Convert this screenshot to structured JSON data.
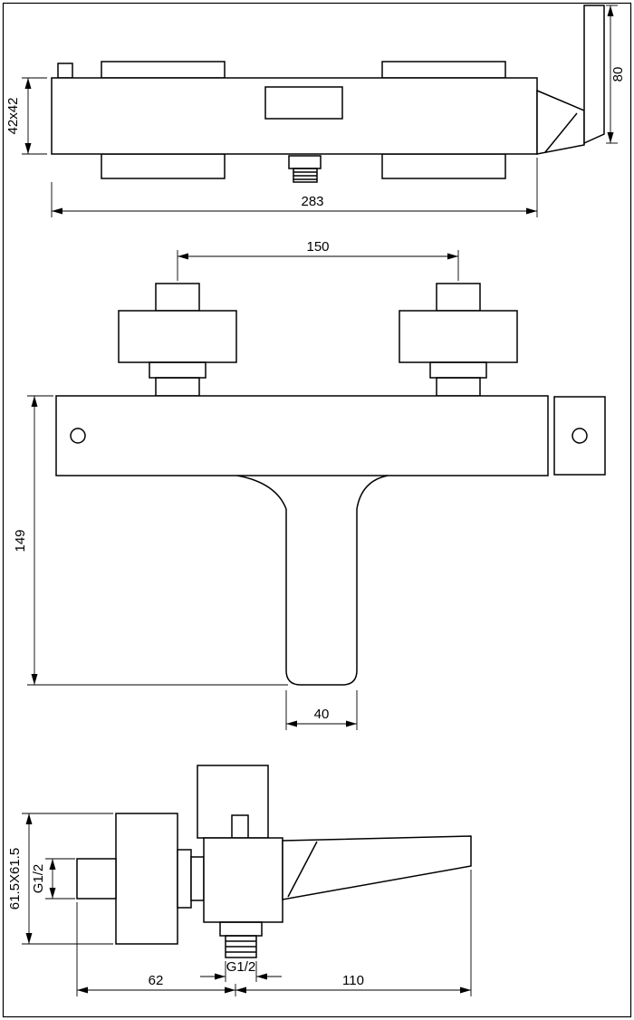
{
  "canvas": {
    "background": "#ffffff",
    "line_color": "#000000"
  },
  "dimensions": {
    "top_view": {
      "body_section": "42x42",
      "overall_length": "283",
      "handle_length": "80"
    },
    "front_view": {
      "inlet_centers": "150",
      "overall_height": "149",
      "spout_width": "40"
    },
    "side_view": {
      "escutcheon_size": "61.5X61.5",
      "inlet_thread": "G1/2",
      "spout_thread": "G1/2",
      "wall_to_spout": "62",
      "spout_to_handle": "110"
    }
  }
}
